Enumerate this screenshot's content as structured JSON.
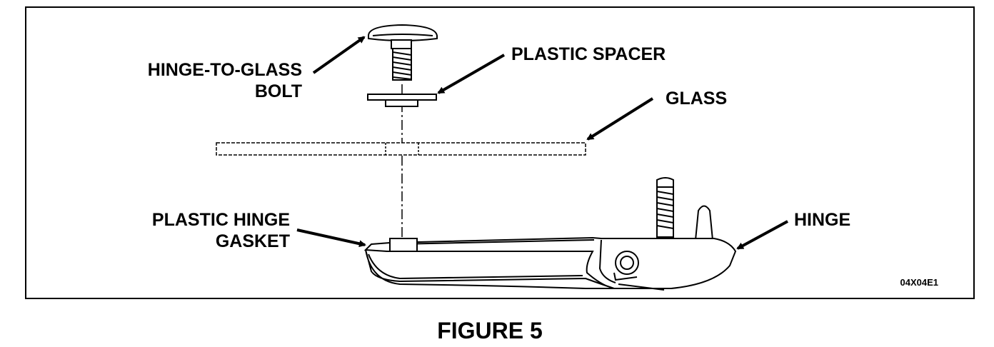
{
  "labels": {
    "bolt_line1": "HINGE-TO-GLASS",
    "bolt_line2": "BOLT",
    "spacer": "PLASTIC SPACER",
    "glass": "GLASS",
    "gasket_line1": "PLASTIC HINGE",
    "gasket_line2": "GASKET",
    "hinge": "HINGE"
  },
  "drawing_code": "04X04E1",
  "caption": "FIGURE 5"
}
